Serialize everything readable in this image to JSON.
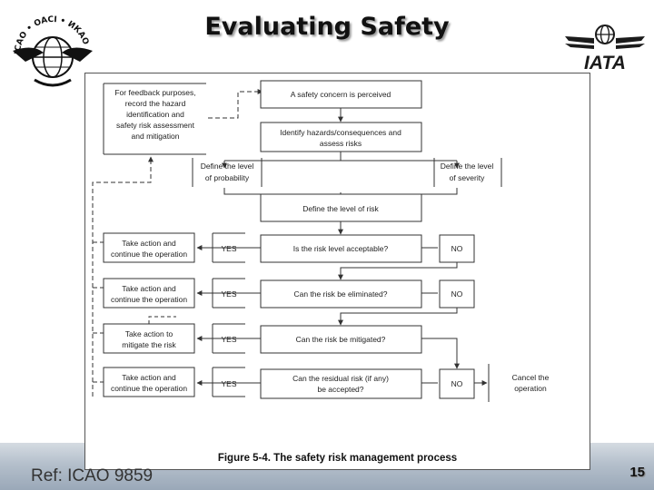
{
  "slide": {
    "title": "Evaluating Safety",
    "reference": "Ref: ICAO 9859",
    "page_number": "15",
    "logos": {
      "left_text": "ICAO • OACI • ИКАО",
      "right_text": "IATA"
    }
  },
  "figure": {
    "caption": "Figure 5-4.    The safety risk management process",
    "feedback_box": [
      "For feedback purposes,",
      "record the hazard",
      "identification and",
      "safety risk assessment",
      "and mitigation"
    ],
    "perceived": "A safety concern is perceived",
    "identify": [
      "Identify hazards/consequences and",
      "assess risks"
    ],
    "probability": [
      "Define the level",
      "of probability"
    ],
    "severity": [
      "Define the level",
      "of severity"
    ],
    "level_of_risk": "Define the level of risk",
    "q1": "Is the risk level acceptable?",
    "q2": "Can the risk be eliminated?",
    "q3": "Can the risk be mitigated?",
    "q4": [
      "Can the residual risk (if any)",
      "be accepted?"
    ],
    "yes_labels": [
      "YES",
      "YES",
      "YES",
      "YES"
    ],
    "no_labels": [
      "NO",
      "NO",
      "NO"
    ],
    "action1": [
      "Take action and",
      "continue the operation"
    ],
    "action2": [
      "Take action and",
      "continue the operation"
    ],
    "action3": [
      "Take action to",
      "mitigate the risk"
    ],
    "action4": [
      "Take action and",
      "continue the operation"
    ],
    "cancel": [
      "Cancel the",
      "operation"
    ]
  }
}
